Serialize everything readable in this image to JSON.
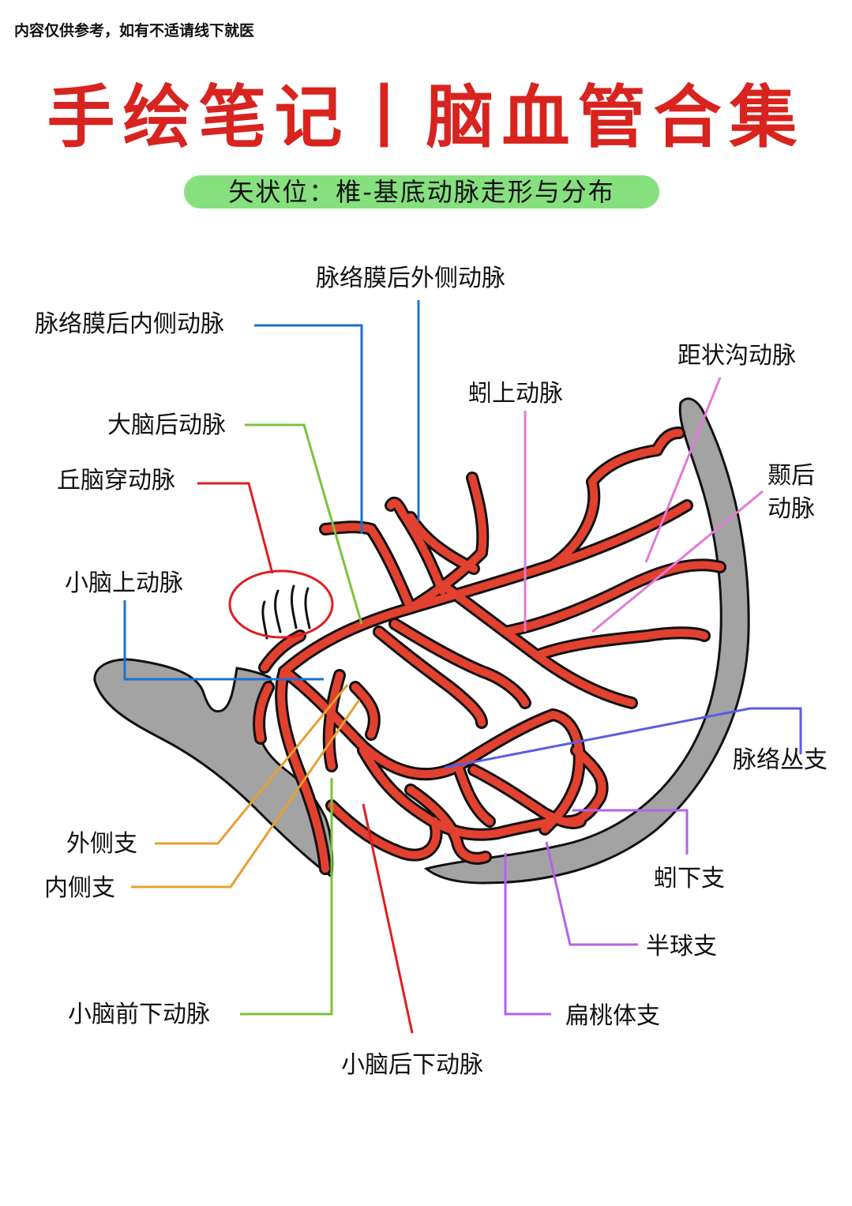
{
  "disclaimer": "内容仅供参考，如有不适请线下就医",
  "title": "手绘笔记丨脑血管合集",
  "subtitle": "矢状位：椎-基底动脉走形与分布",
  "labels": {
    "choroidal_post_lateral": "脉络膜后外侧动脉",
    "choroidal_post_medial": "脉络膜后内侧动脉",
    "calcarine": "距状沟动脉",
    "sup_vermian": "蚓上动脉",
    "pca": "大脑后动脉",
    "post_temporal_1": "颞后",
    "post_temporal_2": "动脉",
    "thalamoperforating": "丘脑穿动脉",
    "sca": "小脑上动脉",
    "choroid_plexus": "脉络丛支",
    "lateral_branch": "外侧支",
    "medial_branch": "内侧支",
    "inf_vermian": "蚓下支",
    "hemispheric": "半球支",
    "aica": "小脑前下动脉",
    "tonsillar": "扁桃体支",
    "pica": "小脑后下动脉"
  },
  "colors": {
    "vessel": "#e2412f",
    "vessel_outline": "#111111",
    "tissue": "#a3a3a3",
    "leader_blue": "#1e6fd0",
    "leader_green": "#7cc23e",
    "leader_red": "#e01e1e",
    "leader_pink": "#e27ad9",
    "leader_orange": "#e8a030",
    "leader_indigo": "#5a5ee0",
    "leader_purple": "#b462e8"
  }
}
